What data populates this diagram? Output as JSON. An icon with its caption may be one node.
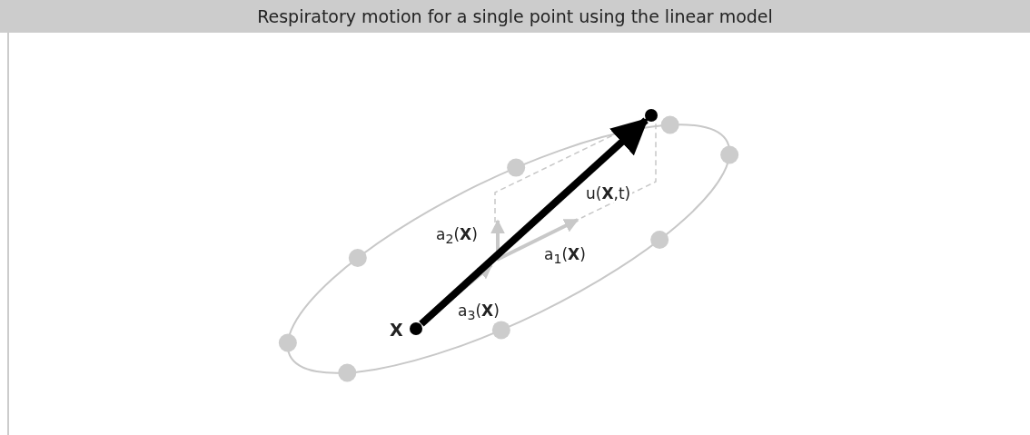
{
  "diagram": {
    "title": "Respiratory motion for a single point using the linear model",
    "nodes": [
      {
        "text": [
          "X"
        ]
      },
      {
        "text": [],
        "shape": "circle"
      }
    ],
    "edges": [
      {
        "from": 0,
        "to": 1,
        "arrow": "to",
        "label": "u(**X**,t)"
      }
    ],
    "labels": [
      "a$_{2}$(**X**)",
      "a$_{1}$(**X**)",
      "a$_{3}$(**X**)"
    ]
  }
}
